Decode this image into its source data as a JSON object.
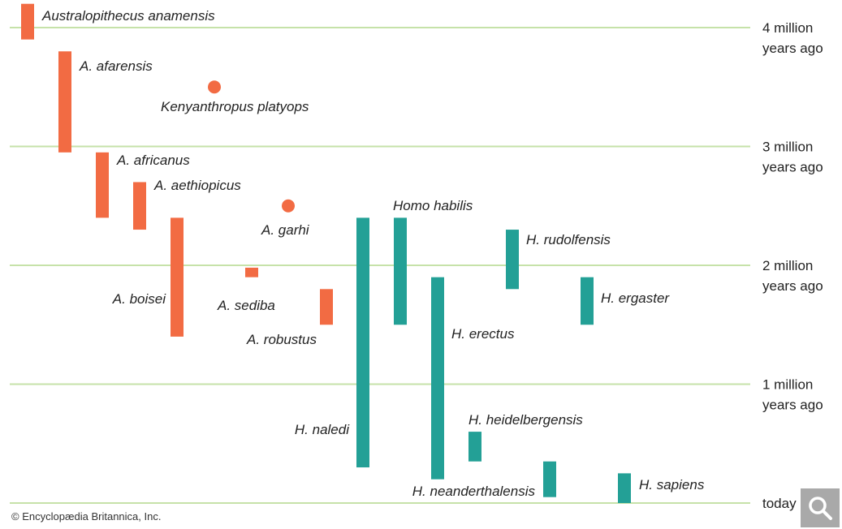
{
  "colors": {
    "australopith": "#f26b43",
    "homo": "#23a096",
    "grid": "#c6e2a9",
    "zoom_button": "#a9a9a9"
  },
  "copyright": "© Encyclopædia Britannica, Inc.",
  "zoom_icon": "magnifier-icon",
  "chart_data": {
    "type": "range-bar",
    "title": "",
    "xlabel": "",
    "ylabel": "",
    "ylim": [
      0,
      4.1
    ],
    "grid": true,
    "gridlines": [
      {
        "value": 4,
        "label": [
          "4 million",
          "years ago"
        ]
      },
      {
        "value": 3,
        "label": [
          "3 million",
          "years ago"
        ]
      },
      {
        "value": 2,
        "label": [
          "2 million",
          "years ago"
        ]
      },
      {
        "value": 1,
        "label": [
          "1 million",
          "years ago"
        ]
      },
      {
        "value": 0,
        "label": [
          "today"
        ]
      }
    ],
    "series": [
      {
        "name": "Australopithecus anamensis",
        "group": "australopith",
        "start": 4.2,
        "end": 3.9,
        "marker": "bar"
      },
      {
        "name": "A. afarensis",
        "group": "australopith",
        "start": 3.8,
        "end": 2.95,
        "marker": "bar"
      },
      {
        "name": "Kenyanthropus platyops",
        "group": "australopith",
        "start": 3.5,
        "end": 3.5,
        "marker": "dot"
      },
      {
        "name": "A. africanus",
        "group": "australopith",
        "start": 2.95,
        "end": 2.4,
        "marker": "bar"
      },
      {
        "name": "A. aethiopicus",
        "group": "australopith",
        "start": 2.7,
        "end": 2.3,
        "marker": "bar"
      },
      {
        "name": "A. garhi",
        "group": "australopith",
        "start": 2.5,
        "end": 2.5,
        "marker": "dot"
      },
      {
        "name": "A. boisei",
        "group": "australopith",
        "start": 2.4,
        "end": 1.4,
        "marker": "bar"
      },
      {
        "name": "A. sediba",
        "group": "australopith",
        "start": 1.98,
        "end": 1.9,
        "marker": "bar"
      },
      {
        "name": "A. robustus",
        "group": "australopith",
        "start": 1.8,
        "end": 1.5,
        "marker": "bar"
      },
      {
        "name": "Homo habilis",
        "group": "homo",
        "start": 2.4,
        "end": 1.5,
        "marker": "bar"
      },
      {
        "name": "H. rudolfensis",
        "group": "homo",
        "start": 2.3,
        "end": 1.8,
        "marker": "bar"
      },
      {
        "name": "H. ergaster",
        "group": "homo",
        "start": 1.9,
        "end": 1.5,
        "marker": "bar"
      },
      {
        "name": "H. naledi",
        "group": "homo",
        "start": 2.4,
        "end": 0.3,
        "marker": "bar"
      },
      {
        "name": "H. erectus",
        "group": "homo",
        "start": 1.9,
        "end": 0.2,
        "marker": "bar"
      },
      {
        "name": "H. heidelbergensis",
        "group": "homo",
        "start": 0.6,
        "end": 0.35,
        "marker": "bar"
      },
      {
        "name": "H. neanderthalensis",
        "group": "homo",
        "start": 0.35,
        "end": 0.05,
        "marker": "bar"
      },
      {
        "name": "H. sapiens",
        "group": "homo",
        "start": 0.25,
        "end": 0.0,
        "marker": "bar"
      }
    ]
  }
}
